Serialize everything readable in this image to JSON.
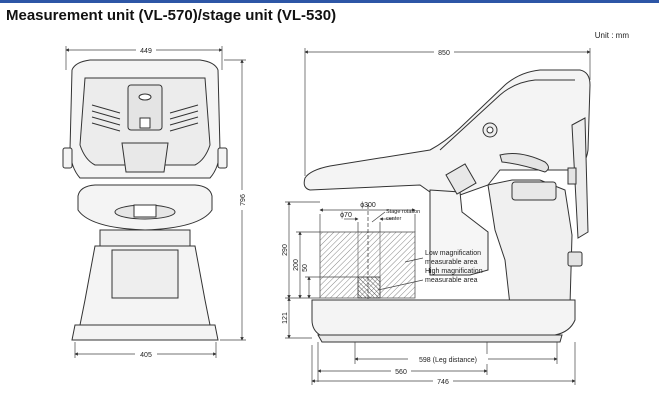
{
  "title": "Measurement unit (VL-570)/stage unit (VL-530)",
  "unit_note": "Unit : mm",
  "front_view": {
    "width_top": "449",
    "width_bottom": "405",
    "height": "796"
  },
  "side_view": {
    "width_top": "850",
    "leg_distance": "598 (Leg distance)",
    "base_560": "560",
    "base_746": "746",
    "height_290": "290",
    "height_200": "200",
    "height_50": "50",
    "height_121": "121",
    "dia_300": "ϕ300",
    "dia_70": "ϕ70",
    "stage_rotation_center": [
      "Stage rotation",
      "center"
    ],
    "low_mag_area": [
      "Low magnification",
      "measurable area"
    ],
    "high_mag_area": [
      "High magnification",
      "measurable area"
    ]
  },
  "colors": {
    "title_bar": "#2d56a6",
    "line": "#333333",
    "body_fill": "#f4f4f4",
    "hatch": "#777777"
  }
}
